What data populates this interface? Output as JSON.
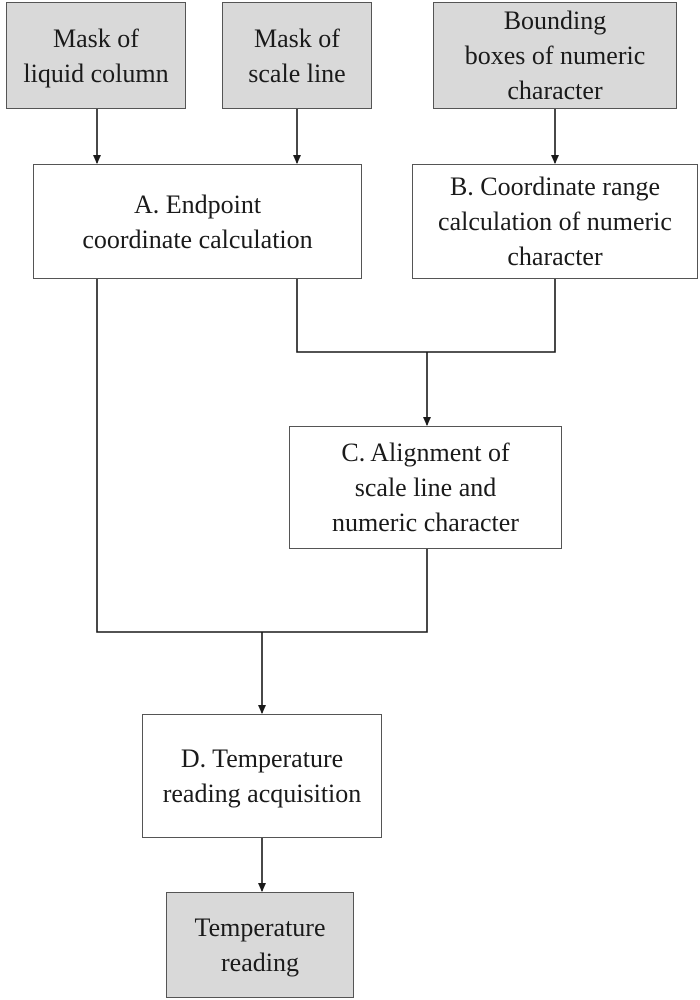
{
  "nodes": {
    "mask_liquid": "Mask of\nliquid column",
    "mask_scale": "Mask of\nscale line",
    "bboxes": "Bounding\nboxes of numeric\ncharacter",
    "step_a": "A. Endpoint\ncoordinate calculation",
    "step_b": "B. Coordinate range\ncalculation of numeric\ncharacter",
    "step_c": "C. Alignment of\nscale line and\nnumeric character",
    "step_d": "D. Temperature\nreading acquisition",
    "result": "Temperature\nreading"
  },
  "colors": {
    "input_fill": "#d9d9d9",
    "process_fill": "#ffffff",
    "line": "#1a1a1a"
  }
}
